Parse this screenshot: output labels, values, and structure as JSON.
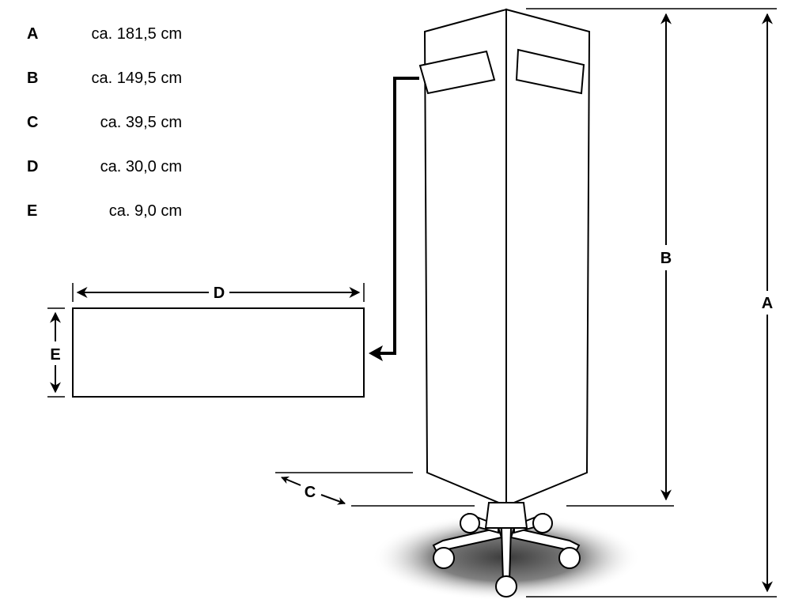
{
  "legend": [
    {
      "key": "A",
      "value": "ca. 181,5 cm"
    },
    {
      "key": "B",
      "value": "ca. 149,5 cm"
    },
    {
      "key": "C",
      "value": "ca. 39,5 cm"
    },
    {
      "key": "D",
      "value": "ca. 30,0 cm"
    },
    {
      "key": "E",
      "value": "ca. 9,0 cm"
    }
  ],
  "labels": {
    "A": "A",
    "B": "B",
    "C": "C",
    "D": "D",
    "E": "E"
  },
  "colors": {
    "line": "#000000",
    "fill": "#ffffff",
    "shadow": "#555555"
  }
}
